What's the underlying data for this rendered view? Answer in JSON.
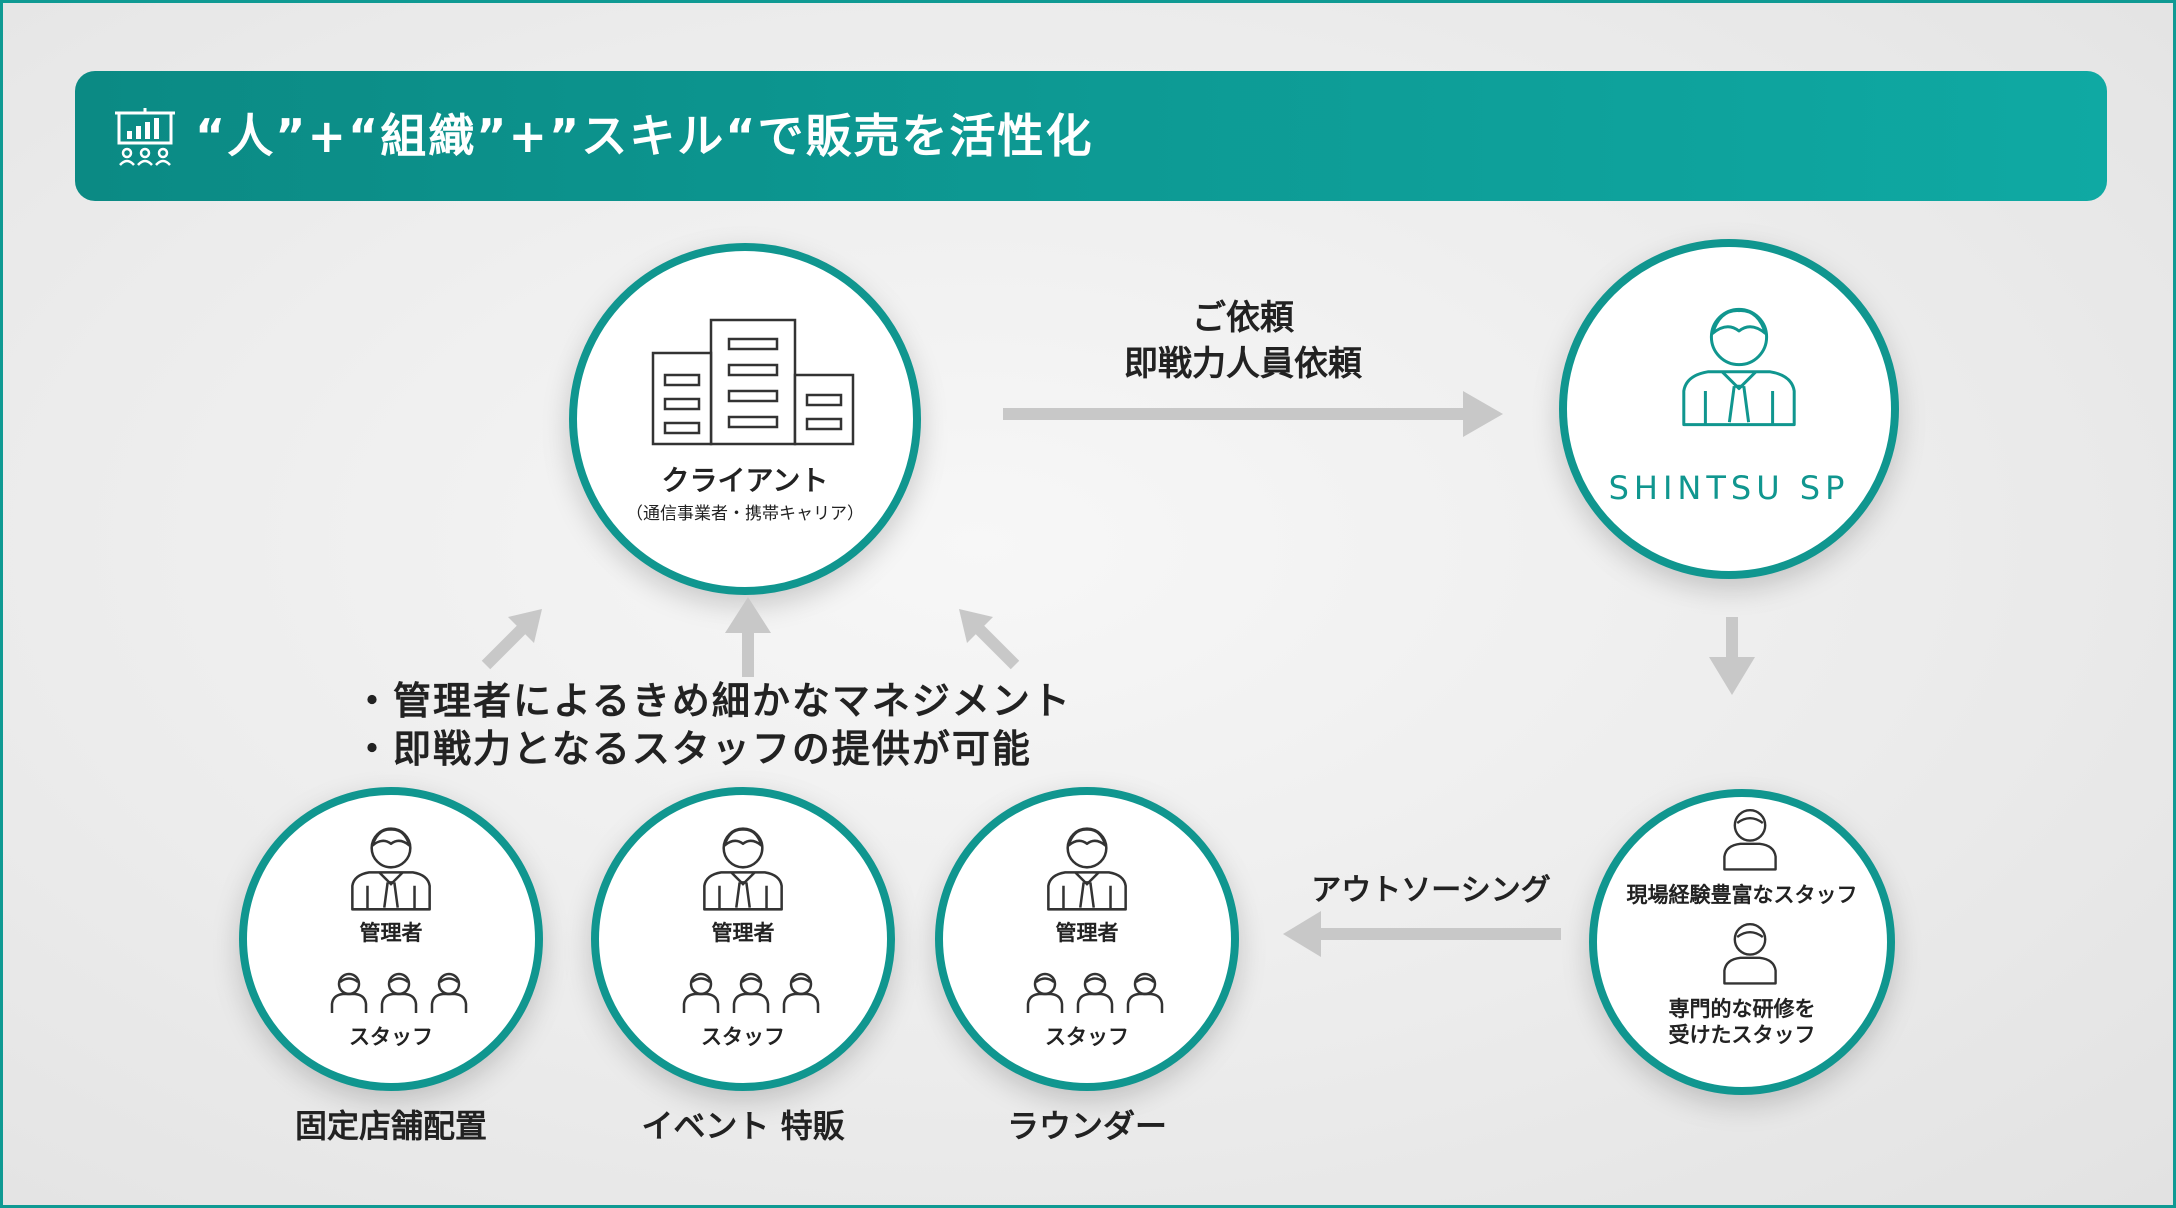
{
  "header": {
    "title": "“人”+“組織”+”スキル“で販売を活性化",
    "icon": "presentation-icon"
  },
  "client": {
    "name": "クライアント",
    "sub": "（通信事業者・携帯キャリア）"
  },
  "request": {
    "line1": "ご依頼",
    "line2": "即戦力人員依頼"
  },
  "shintsu": {
    "name": "SHINTSU SP"
  },
  "staff_pool": {
    "item1": "現場経験豊富なスタッフ",
    "item2_line1": "専門的な研修を",
    "item2_line2": "受けたスタッフ"
  },
  "outsourcing": {
    "label": "アウトソーシング"
  },
  "benefits": {
    "line1": "・管理者によるきめ細かなマネジメント",
    "line2": "・即戦力となるスタッフの提供が可能"
  },
  "teams": [
    {
      "manager": "管理者",
      "staff": "スタッフ",
      "caption": "固定店舗配置"
    },
    {
      "manager": "管理者",
      "staff": "スタッフ",
      "caption": "イベント 特販"
    },
    {
      "manager": "管理者",
      "staff": "スタッフ",
      "caption": "ラウンダー"
    }
  ],
  "colors": {
    "teal": "#10968f",
    "arrow": "#c8c8c8",
    "text": "#222222"
  }
}
